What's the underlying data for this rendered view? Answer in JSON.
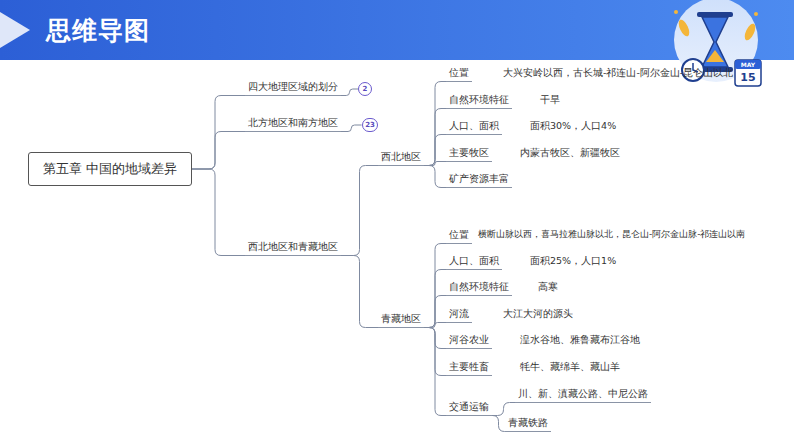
{
  "diagram": {
    "title": "思维导图",
    "nodes": [
      {
        "text": [
          "第五章 中国的地域差异"
        ]
      },
      {
        "text": [
          "四大地理区域的划分"
        ]
      },
      {
        "text": [
          "2"
        ]
      },
      {
        "text": [
          "北方地区和南方地区"
        ]
      },
      {
        "text": [
          "23"
        ]
      },
      {
        "text": [
          "西北地区和青藏地区"
        ]
      },
      {
        "text": [
          "西北地区"
        ]
      },
      {
        "text": [
          "位置",
          "大兴安岭以西，古长城-祁连山-阿尔金山-昆仑山以北"
        ]
      },
      {
        "text": [
          "自然环境特征",
          "干旱"
        ]
      },
      {
        "text": [
          "人口、面积",
          "面积30%，人口4%"
        ]
      },
      {
        "text": [
          "主要牧区",
          "内蒙古牧区、新疆牧区"
        ]
      },
      {
        "text": [
          "矿产资源丰富"
        ]
      },
      {
        "text": [
          "青藏地区"
        ]
      },
      {
        "text": [
          "位置",
          "横断山脉以西，喜马拉雅山脉以北，昆仑山-阿尔金山脉-祁连山以南"
        ]
      },
      {
        "text": [
          "人口、面积",
          "面积25%，人口1%"
        ]
      },
      {
        "text": [
          "自然环境特征",
          "高寒"
        ]
      },
      {
        "text": [
          "河流",
          "大江大河的源头"
        ]
      },
      {
        "text": [
          "河谷农业",
          "湟水谷地、雅鲁藏布江谷地"
        ]
      },
      {
        "text": [
          "主要牲畜",
          "牦牛、藏绵羊、藏山羊"
        ]
      },
      {
        "text": [
          "交通运输"
        ]
      },
      {
        "text": [
          "川、新、滇藏公路、中尼公路"
        ]
      },
      {
        "text": [
          "青藏铁路"
        ]
      }
    ],
    "edges": [
      {
        "from": 0,
        "to": 1,
        "arrow": "none"
      },
      {
        "from": 0,
        "to": 3,
        "arrow": "none"
      },
      {
        "from": 0,
        "to": 5,
        "arrow": "none"
      },
      {
        "from": 1,
        "to": 2,
        "arrow": "none"
      },
      {
        "from": 3,
        "to": 4,
        "arrow": "none"
      },
      {
        "from": 5,
        "to": 6,
        "arrow": "none"
      },
      {
        "from": 5,
        "to": 12,
        "arrow": "none"
      },
      {
        "from": 6,
        "to": 7,
        "arrow": "none"
      },
      {
        "from": 6,
        "to": 8,
        "arrow": "none"
      },
      {
        "from": 6,
        "to": 9,
        "arrow": "none"
      },
      {
        "from": 6,
        "to": 10,
        "arrow": "none"
      },
      {
        "from": 6,
        "to": 11,
        "arrow": "none"
      },
      {
        "from": 12,
        "to": 13,
        "arrow": "none"
      },
      {
        "from": 12,
        "to": 14,
        "arrow": "none"
      },
      {
        "from": 12,
        "to": 15,
        "arrow": "none"
      },
      {
        "from": 12,
        "to": 16,
        "arrow": "none"
      },
      {
        "from": 12,
        "to": 17,
        "arrow": "none"
      },
      {
        "from": 12,
        "to": 18,
        "arrow": "none"
      },
      {
        "from": 12,
        "to": 19,
        "arrow": "none"
      },
      {
        "from": 19,
        "to": 20,
        "arrow": "none"
      },
      {
        "from": 19,
        "to": 21,
        "arrow": "none"
      }
    ],
    "labels": [
      "MAY",
      "15"
    ]
  }
}
